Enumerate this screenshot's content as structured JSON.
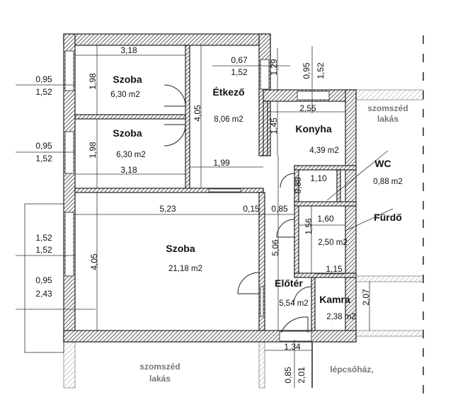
{
  "plan": {
    "rooms": [
      {
        "name": "Szoba",
        "area": "6,30 m2"
      },
      {
        "name": "Szoba",
        "area": "6,30 m2"
      },
      {
        "name": "Étkező",
        "area": "8,06 m2"
      },
      {
        "name": "Konyha",
        "area": "4,39 m2"
      },
      {
        "name": "WC",
        "area": "0,88 m2"
      },
      {
        "name": "Fürdő",
        "area": "2,50 m2"
      },
      {
        "name": "Szoba",
        "area": "21,18 m2"
      },
      {
        "name": "Előtér",
        "area": "5,54 m2"
      },
      {
        "name": "Kamra",
        "area": "2,38 m2"
      }
    ],
    "neighbors": {
      "right_top": [
        "szomszéd",
        "lakás"
      ],
      "bottom_left": [
        "szomszéd",
        "lakás"
      ],
      "stairwell": "lépcsőház,"
    },
    "dimensions": {
      "room1_width": "3,18",
      "room1_depth": "1,98",
      "room1_window_w": "0,95",
      "room1_window_h": "1,52",
      "etkezo_window_w": "0,67",
      "etkezo_window_h": "1,52",
      "etkezo_wall": "1,29",
      "konyha_window_w": "0,95",
      "konyha_window_h": "1,52",
      "etkezo_depth": "4,05",
      "konyha_width": "2,55",
      "konyha_depth": "1,45",
      "room2_window_w": "0,95",
      "room2_window_h": "1,52",
      "room2_depth": "1,98",
      "room2_width": "3,18",
      "etkezo_width": "1,99",
      "wc_width": "1,10",
      "wc_depth": "0,80",
      "big_width": "5,23",
      "big_gap": "0,15",
      "hall_width": "0,85",
      "furdo_width": "1,60",
      "furdo_depth": "1,56",
      "balcony_door_w": "1,52",
      "balcony_door_h": "1,52",
      "big_window_w": "0,95",
      "big_window_h": "2,43",
      "big_depth": "4,05",
      "hall_depth": "5,06",
      "kamra_width": "1,15",
      "kamra_depth": "2,07",
      "entry_width": "1,34",
      "entry_door_w": "0,85",
      "entry_door_h": "2,01"
    }
  }
}
